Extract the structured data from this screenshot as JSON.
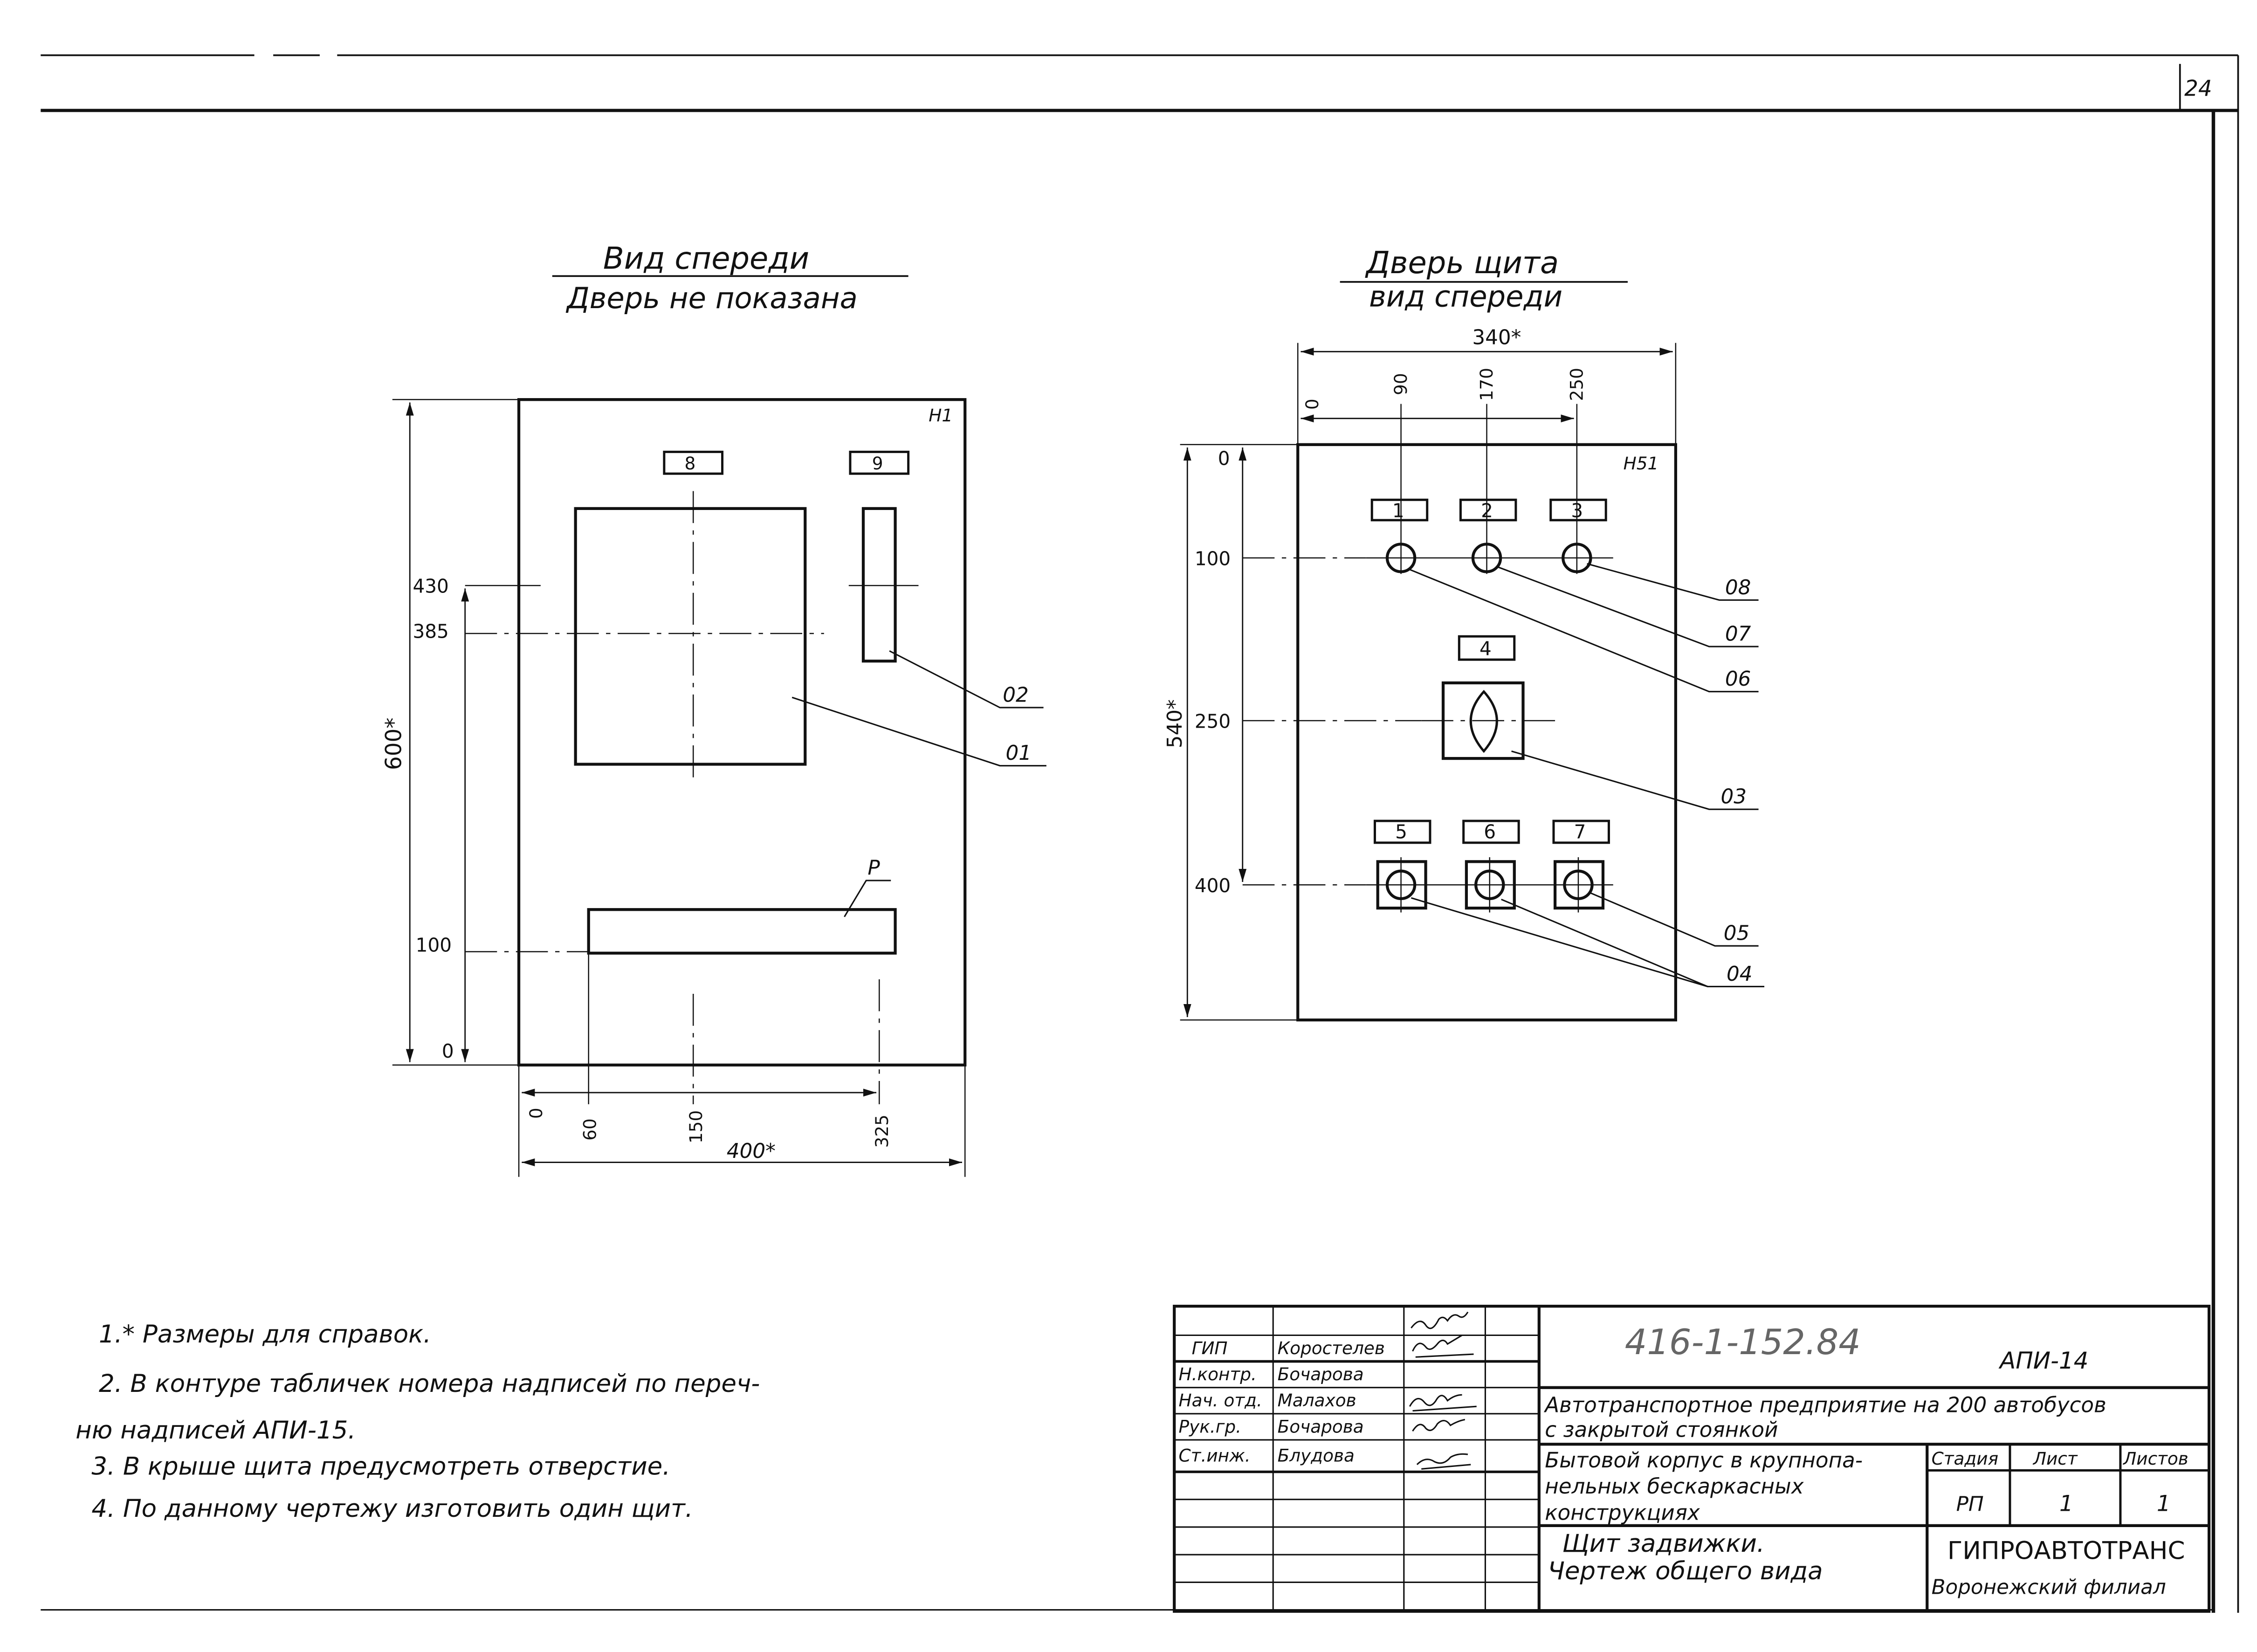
{
  "sheet": {
    "page_number": "24"
  },
  "front_view": {
    "title": "Вид спереди",
    "subtitle": "Дверь не показана",
    "mark": "Н1",
    "labels": [
      "8",
      "9"
    ],
    "leaders": [
      "02",
      "01",
      "Р"
    ],
    "v_dims": [
      "430",
      "385",
      "100",
      "0"
    ],
    "h_dims": [
      "0",
      "60",
      "150",
      "325"
    ],
    "overall_height": "600*",
    "overall_width": "400*"
  },
  "door_view": {
    "title": "Дверь щита",
    "subtitle": "вид спереди",
    "mark": "Н51",
    "overall_width": "340*",
    "overall_height": "540*",
    "top_dims": [
      "0",
      "90",
      "170",
      "250"
    ],
    "v_dims": [
      "0",
      "100",
      "250",
      "400"
    ],
    "labels": [
      "1",
      "2",
      "3",
      "4",
      "5",
      "6",
      "7"
    ],
    "leaders": [
      "08",
      "07",
      "06",
      "03",
      "05",
      "04"
    ]
  },
  "notes": [
    "1.* Размеры для справок.",
    "2. В контуре табличек номера надписей по переч-",
    "ню надписей АПИ-15.",
    "3. В крыше щита предусмотреть отверстие.",
    "4. По данному чертежу изготовить один щит."
  ],
  "title_block": {
    "roles": [
      "ГИП",
      "Н.контр.",
      "Нач. отд.",
      "Рук.гр.",
      "Ст.инж."
    ],
    "names": [
      "Коростелев",
      "Бочарова",
      "Малахов",
      "Бочарова",
      "Блудова"
    ],
    "code": "416-1-152.84",
    "sheet_code": "АПИ-14",
    "project_line1": "Автотранспортное предприятие на 200 автобусов",
    "project_line2": "с закрытой стоянкой",
    "building_line1": "Бытовой корпус в крупнопа-",
    "building_line2": "нельных бескаркасных",
    "building_line3": "конструкциях",
    "stage_header": "Стадия",
    "sheet_header": "Лист",
    "sheets_header": "Листов",
    "stage": "РП",
    "sheet": "1",
    "sheets": "1",
    "drawing_line1": "Щит задвижки.",
    "drawing_line2": "Чертеж общего вида",
    "org_line1": "ГИПРОАВТОТРАНС",
    "org_line2": "Воронежский филиал"
  }
}
